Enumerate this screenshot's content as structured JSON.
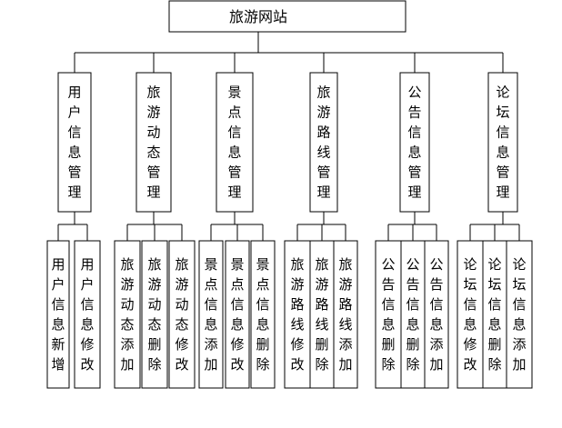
{
  "root": {
    "label": "旅游网站"
  },
  "modules": [
    {
      "label": "用户信息管理",
      "children": [
        "用户信息新增",
        "用户信息修改"
      ]
    },
    {
      "label": "旅游动态管理",
      "children": [
        "旅游动态添加",
        "旅游动态删除",
        "旅游动态修改"
      ]
    },
    {
      "label": "景点信息管理",
      "children": [
        "景点信息添加",
        "景点信息修改",
        "景点信息删除"
      ]
    },
    {
      "label": "旅游路线管理",
      "children": [
        "旅游路线修改",
        "旅游路线删除",
        "旅游路线添加"
      ]
    },
    {
      "label": "公告信息管理",
      "children": [
        "公告信息删除",
        "公告信息删除",
        "公告信息添加"
      ]
    },
    {
      "label": "论坛信息管理",
      "children": [
        "论坛信息修改",
        "论坛信息删除",
        "论坛信息添加"
      ]
    }
  ]
}
